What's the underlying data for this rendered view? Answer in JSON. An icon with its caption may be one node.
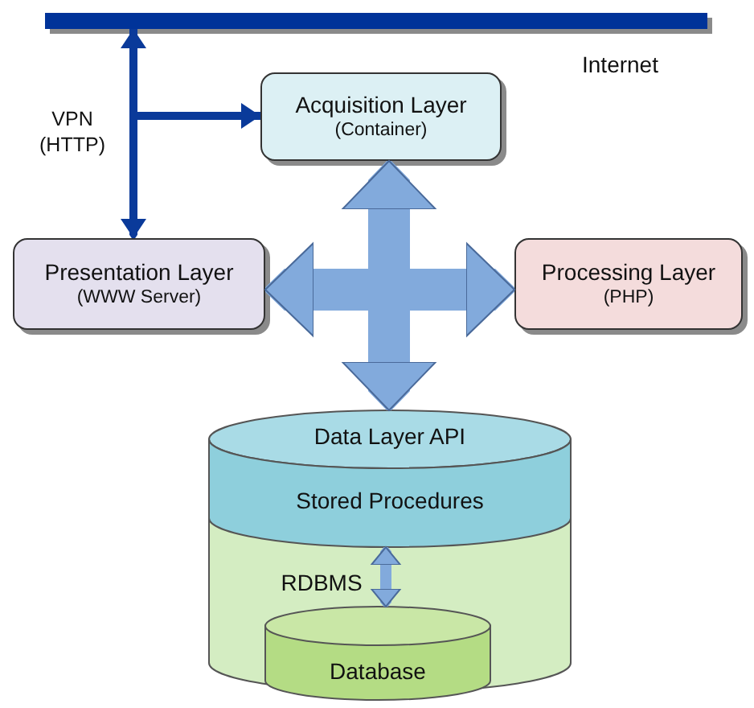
{
  "diagram": {
    "nodes": [
      {
        "text": [],
        "shape": "bar",
        "beside": [
          "Internet"
        ]
      },
      {
        "text": [
          "Acquisition Layer",
          "(Container)"
        ]
      },
      {
        "text": [
          "Presentation Layer",
          "(WWW Server)"
        ]
      },
      {
        "text": [
          "Processing Layer",
          "(PHP)"
        ]
      },
      {
        "text": [
          "Data Layer API"
        ]
      },
      {
        "text": [
          "Stored Procedures"
        ],
        "in": 4
      },
      {
        "text": [
          "Database"
        ],
        "in": 4
      }
    ],
    "edges": [
      {
        "from": 0,
        "to": 2,
        "arrow": "both",
        "label": "VPN (HTTP)",
        "color": "#0a3a9a"
      },
      {
        "from": 0,
        "to": 1,
        "arrow": "to",
        "color": "#0a3a9a"
      },
      {
        "from": 1,
        "to": 4,
        "arrow": "both",
        "style": "thick"
      },
      {
        "from": 2,
        "to": 3,
        "arrow": "both",
        "style": "thick"
      },
      {
        "from": 5,
        "to": 6,
        "arrow": "both",
        "label": "RDBMS"
      }
    ]
  }
}
